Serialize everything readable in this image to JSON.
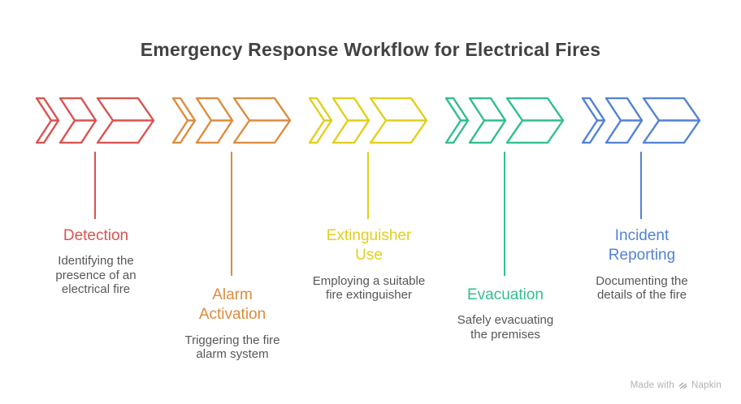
{
  "title": "Emergency Response Workflow for Electrical Fires",
  "title_color": "#424242",
  "steps": [
    {
      "title": "Detection",
      "desc": "Identifying the\npresence of an\nelectrical fire",
      "color": "#D9534F"
    },
    {
      "title": "Alarm\nActivation",
      "desc": "Triggering the fire\nalarm system",
      "color": "#DC8C3E"
    },
    {
      "title": "Extinguisher\nUse",
      "desc": "Employing a suitable\nfire extinguisher",
      "color": "#E2CF1B"
    },
    {
      "title": "Evacuation",
      "desc": "Safely evacuating\nthe premises",
      "color": "#31BE8C"
    },
    {
      "title": "Incident\nReporting",
      "desc": "Documenting the\ndetails of the fire",
      "color": "#5282D4"
    }
  ],
  "footer": {
    "made_with": "Made with",
    "brand": "Napkin",
    "color": "#B2B2B2"
  },
  "icons": {
    "chevron_flow": "triple-chevron-arrow",
    "footer_logo": "napkin-logo"
  }
}
